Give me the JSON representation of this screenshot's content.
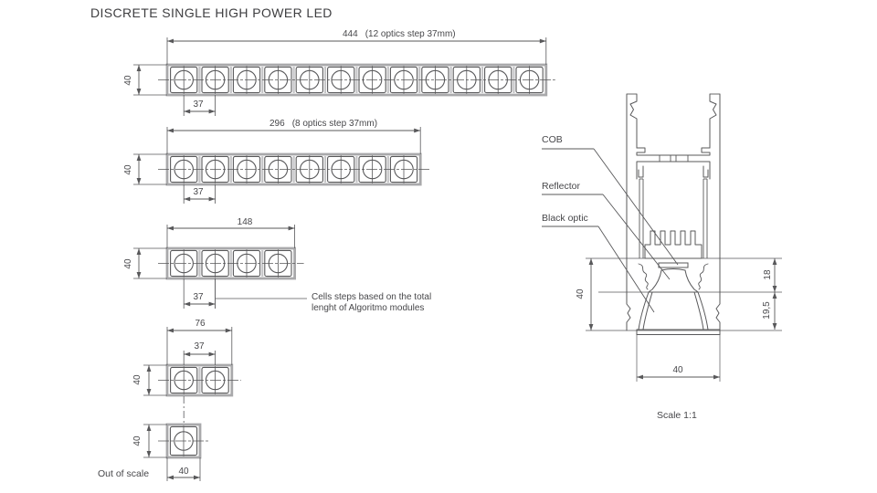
{
  "title": "DISCRETE SINGLE HIGH POWER LED",
  "modules": [
    {
      "optics": 12,
      "length": "444",
      "note": "(12 optics step 37mm)",
      "height": "40",
      "step": "37"
    },
    {
      "optics": 8,
      "length": "296",
      "note": "(8 optics step 37mm)",
      "height": "40",
      "step": "37"
    },
    {
      "optics": 4,
      "length": "148",
      "height": "40",
      "step": "37"
    },
    {
      "optics": 2,
      "length": "76",
      "height": "40",
      "step": "37"
    },
    {
      "optics": 1,
      "height": "40",
      "width": "40"
    }
  ],
  "annotation": "Cells steps based on the total lenght of Algoritmo modules",
  "out_of_scale_label": "Out of scale",
  "section": {
    "cob_label": "COB",
    "reflector_label": "Reflector",
    "black_optic_label": "Black optic",
    "height": "40",
    "upper_depth": "18",
    "lower_depth": "19,5",
    "width": "40",
    "scale_label": "Scale 1:1"
  },
  "colors": {
    "line": "#58585a",
    "frame": "#a9a9ab",
    "gap_bar": "#c6c6c8"
  }
}
